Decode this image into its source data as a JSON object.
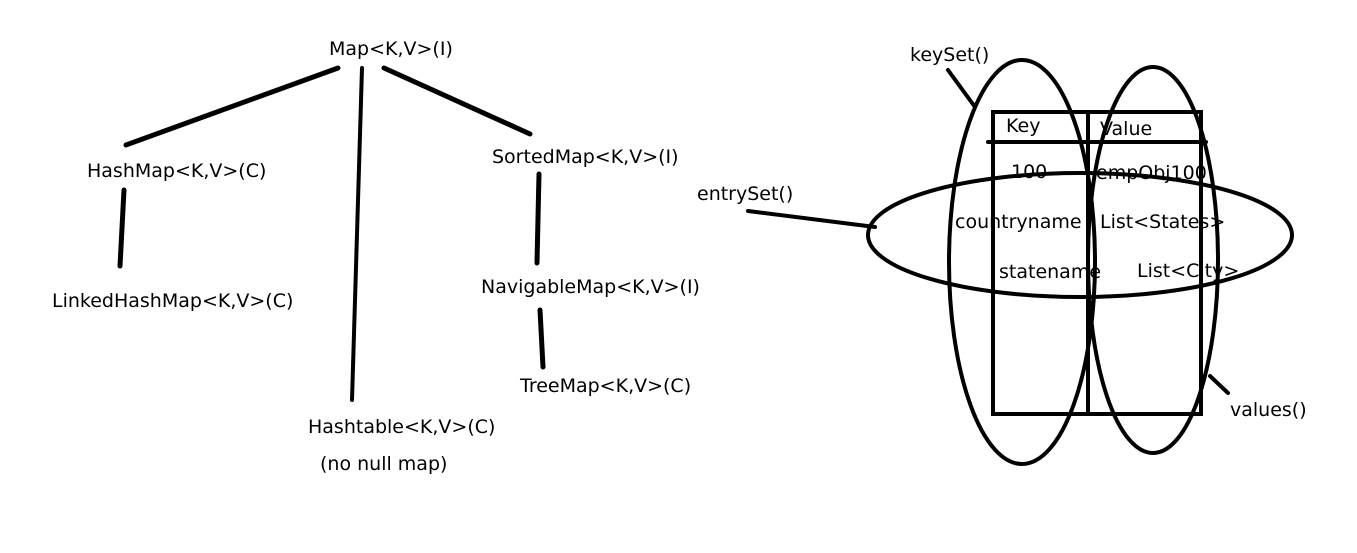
{
  "hierarchy": {
    "map": "Map<K,V>(I)",
    "hashmap": "HashMap<K,V>(C)",
    "linkedhashmap": "LinkedHashMap<K,V>(C)",
    "hashtable": "Hashtable<K,V>(C)",
    "hashtable_note": "(no null map)",
    "sortedmap": "SortedMap<K,V>(I)",
    "navigablemap": "NavigableMap<K,V>(I)",
    "treemap": "TreeMap<K,V>(C)"
  },
  "table": {
    "key_header": "Key",
    "value_header": "Value",
    "rows": [
      {
        "key": "100",
        "value": "empObj100"
      },
      {
        "key": "countryname",
        "value": "List<States>"
      },
      {
        "key": "statename",
        "value": "List<City>"
      }
    ]
  },
  "views": {
    "keyset": "keySet()",
    "entryset": "entrySet()",
    "values": "values()"
  },
  "colors": {
    "ink": "#000000",
    "background": "#ffffff"
  }
}
